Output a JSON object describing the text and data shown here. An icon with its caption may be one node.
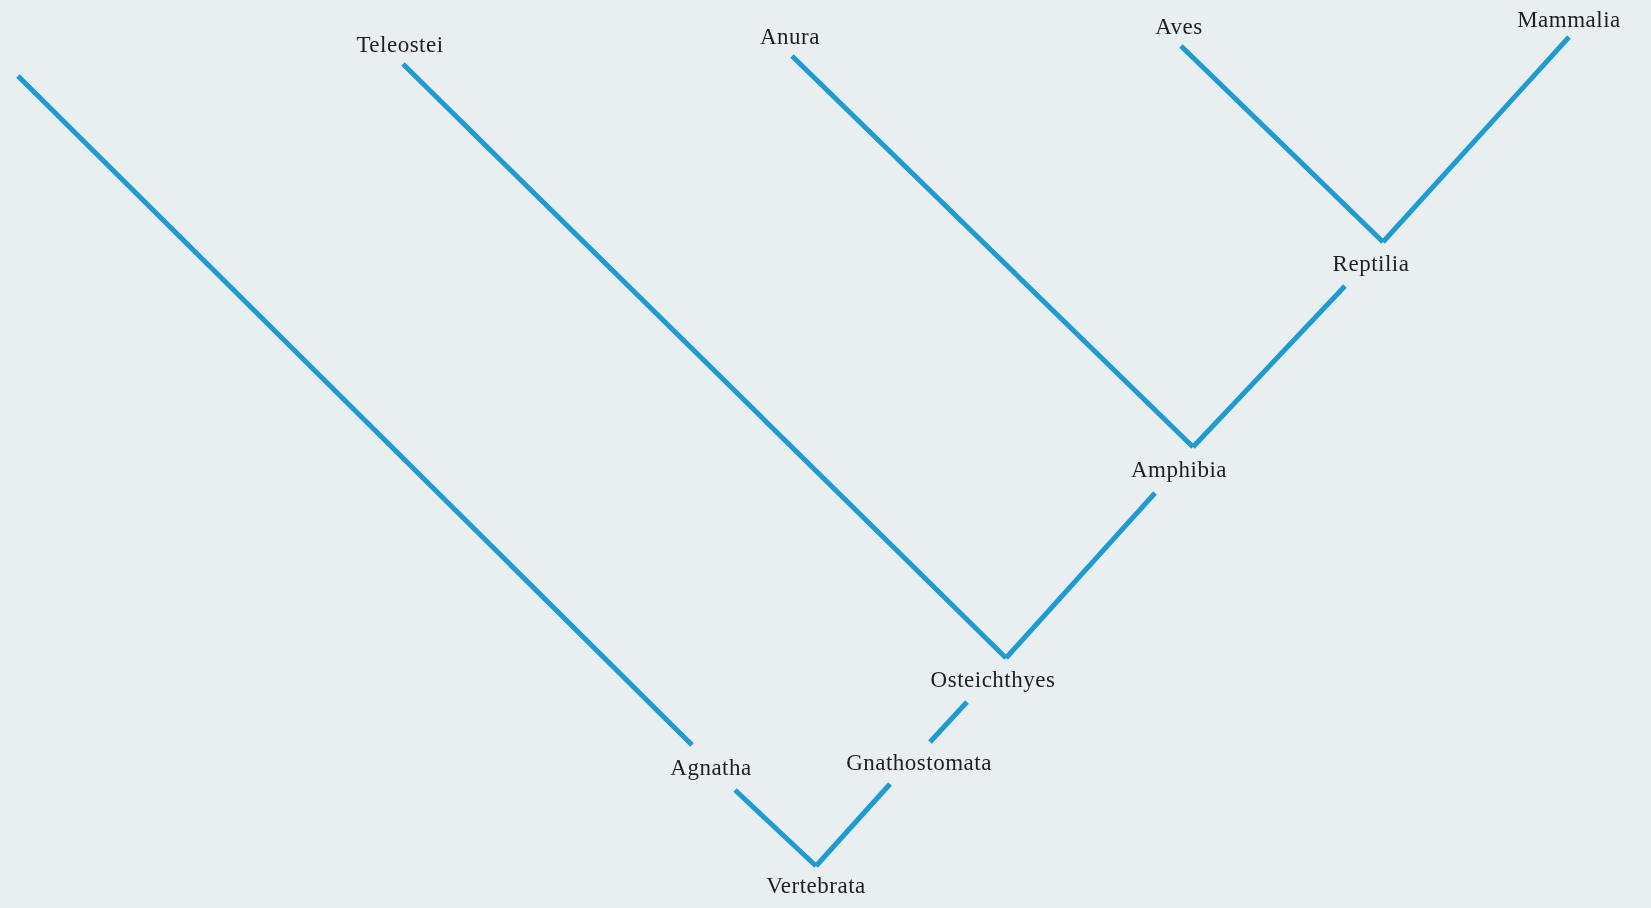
{
  "diagram": {
    "nodes": [
      {
        "text": [
          "Teleostei"
        ]
      },
      {
        "text": [
          "Anura"
        ]
      },
      {
        "text": [
          "Aves"
        ]
      },
      {
        "text": [
          "Mammalia"
        ]
      },
      {
        "text": [
          "Reptilia"
        ]
      },
      {
        "text": [
          "Amphibia"
        ]
      },
      {
        "text": [
          "Osteichthyes"
        ]
      },
      {
        "text": [
          "Agnatha"
        ]
      },
      {
        "text": [
          "Gnathostomata"
        ]
      },
      {
        "text": [
          "Vertebrata"
        ]
      }
    ],
    "edges": [
      {
        "from": 9,
        "to": 7,
        "arrow": "none"
      },
      {
        "from": 9,
        "to": 8,
        "arrow": "none"
      },
      {
        "from": 7,
        "to": null,
        "arrow": "none"
      },
      {
        "from": 8,
        "to": 6,
        "arrow": "none"
      },
      {
        "from": 6,
        "to": 0,
        "arrow": "none"
      },
      {
        "from": 6,
        "to": 5,
        "arrow": "none"
      },
      {
        "from": 5,
        "to": 1,
        "arrow": "none"
      },
      {
        "from": 5,
        "to": 4,
        "arrow": "none"
      },
      {
        "from": 4,
        "to": 2,
        "arrow": "none"
      },
      {
        "from": 4,
        "to": 3,
        "arrow": "none"
      }
    ]
  }
}
